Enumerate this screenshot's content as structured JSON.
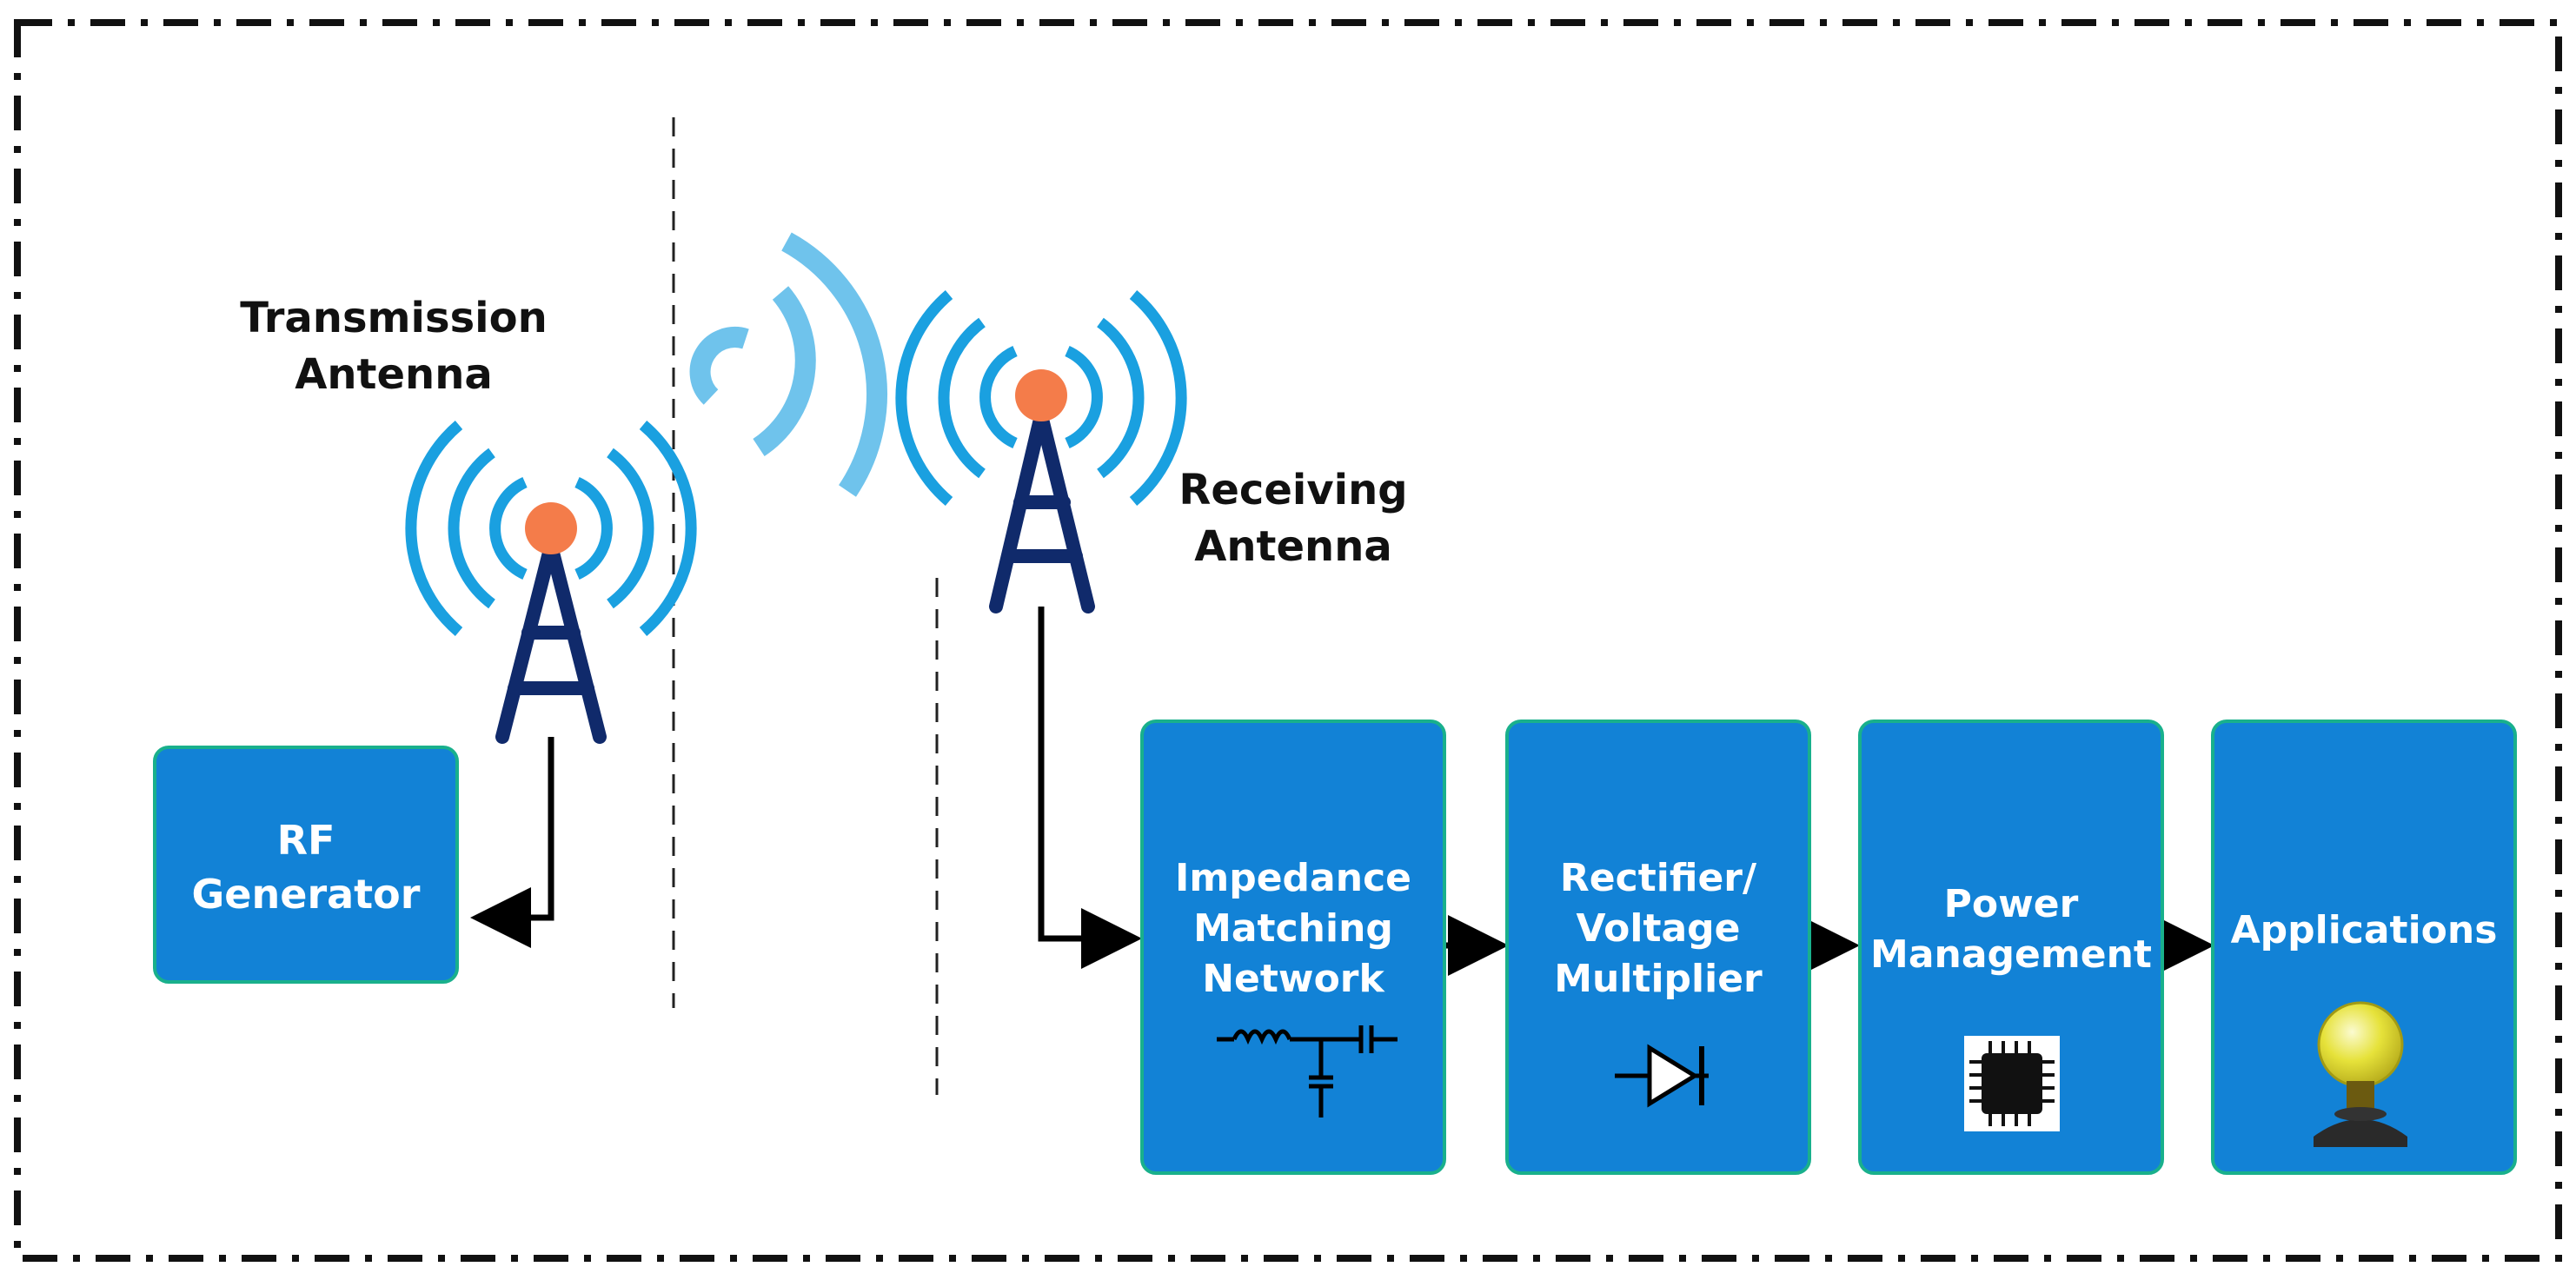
{
  "labels": {
    "transmission_antenna": [
      "Transmission",
      "Antenna"
    ],
    "receiving_antenna": [
      "Receiving",
      "Antenna"
    ]
  },
  "blocks": {
    "rf_generator": [
      "RF",
      "Generator"
    ],
    "impedance": [
      "Impedance",
      "Matching",
      "Network"
    ],
    "rectifier": [
      "Rectifier/",
      "Voltage",
      "Multiplier"
    ],
    "power": [
      "Power",
      "Management"
    ],
    "applications": [
      "Applications"
    ]
  },
  "colors": {
    "block_fill": "#1282d6",
    "block_border": "#19b08c",
    "wave": "#1aa0e0",
    "wave_light": "#6fc3ec",
    "tower": "#102a6b",
    "antenna_tip": "#f47c4a",
    "line": "#000000"
  }
}
